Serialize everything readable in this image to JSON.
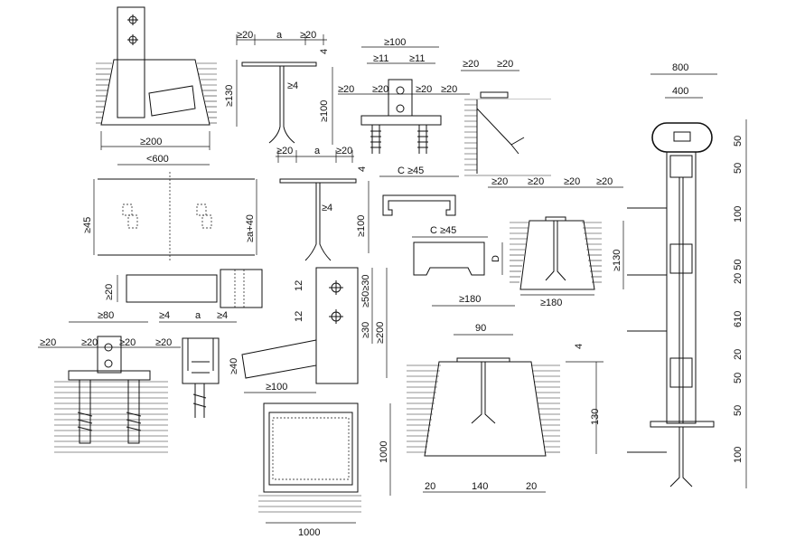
{
  "labels": {
    "ge200": "≥200",
    "lt600": "<600",
    "ge130_a": "≥130",
    "ge20_1": "≥20",
    "a_top": "a",
    "ge20_2": "≥20",
    "four_a": "4",
    "ge4_a": "≥4",
    "ge100_a": "≥100",
    "ge20_3": "≥20",
    "a_mid": "a",
    "ge20_4": "≥20",
    "four_b": "4",
    "ge4_b": "≥4",
    "ge100_b": "≥100",
    "ge100_top": "≥100",
    "ge11_l": "≥11",
    "ge11_r": "≥11",
    "ge20_5": "≥20",
    "ge20_6": "≥20",
    "ge20_7": "≥20",
    "ge20_8": "≥20",
    "ge20_9": "≥20",
    "c45_a": "C ≥45",
    "c45_b": "C ≥45",
    "d_label": "D",
    "ge45": "≥45",
    "a_plus_40": "≥a+40",
    "ge20_10": "≥20",
    "ge12_a": "12",
    "ge12_b": "12",
    "ge50_30": "≥50≥30",
    "ge30": "≥30",
    "ge200_b": "≥200",
    "ge100_c": "≥100",
    "ge40": "≥40",
    "ge80": "≥80",
    "ge20_11": "≥20",
    "ge20_12": "≥20",
    "ge20_13": "≥20",
    "ge20_14": "≥20",
    "ge4_c": "≥4",
    "a_small": "a",
    "ge4_d": "≥4",
    "ge20_15": "≥20",
    "ge20_16": "≥20",
    "ge20_17": "≥20",
    "ge20_18": "≥20",
    "ge130_b": "≥130",
    "ge180_a": "≥180",
    "ge180_b": "≥180",
    "ninety": "90",
    "four_c": "4",
    "one30": "130",
    "twenty_l": "20",
    "one40": "140",
    "twenty_r": "20",
    "one000_v": "1000",
    "one000_h": "1000",
    "eight00": "800",
    "four00": "400",
    "v50_1": "50",
    "v50_2": "50",
    "v100_1": "100",
    "v50_3": "20 50",
    "v610": "610",
    "v20": "20",
    "v50_4": "50",
    "v50_5": "50",
    "v100_2": "100"
  }
}
